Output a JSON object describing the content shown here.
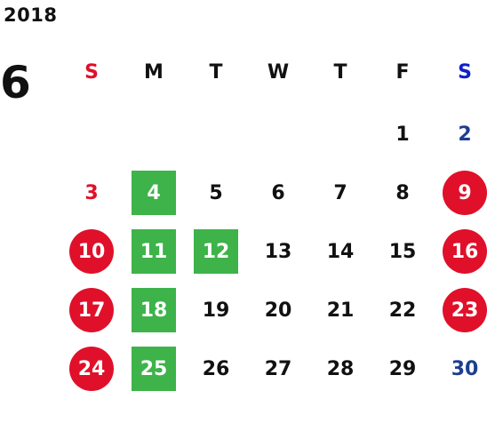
{
  "calendar": {
    "year": "2018",
    "month": "6",
    "weekdays": [
      {
        "label": "S",
        "color": "#e0102a"
      },
      {
        "label": "M",
        "color": "#111111"
      },
      {
        "label": "T",
        "color": "#111111"
      },
      {
        "label": "W",
        "color": "#111111"
      },
      {
        "label": "T",
        "color": "#111111"
      },
      {
        "label": "F",
        "color": "#111111"
      },
      {
        "label": "S",
        "color": "#1020c8"
      }
    ],
    "first_weekday_index": 5,
    "days": [
      {
        "day": "1",
        "mark": "none"
      },
      {
        "day": "2",
        "mark": "none"
      },
      {
        "day": "3",
        "mark": "none"
      },
      {
        "day": "4",
        "mark": "green-square"
      },
      {
        "day": "5",
        "mark": "none"
      },
      {
        "day": "6",
        "mark": "none"
      },
      {
        "day": "7",
        "mark": "none"
      },
      {
        "day": "8",
        "mark": "none"
      },
      {
        "day": "9",
        "mark": "red-circle"
      },
      {
        "day": "10",
        "mark": "red-circle"
      },
      {
        "day": "11",
        "mark": "green-square"
      },
      {
        "day": "12",
        "mark": "green-square"
      },
      {
        "day": "13",
        "mark": "none"
      },
      {
        "day": "14",
        "mark": "none"
      },
      {
        "day": "15",
        "mark": "none"
      },
      {
        "day": "16",
        "mark": "red-circle"
      },
      {
        "day": "17",
        "mark": "red-circle"
      },
      {
        "day": "18",
        "mark": "green-square"
      },
      {
        "day": "19",
        "mark": "none"
      },
      {
        "day": "20",
        "mark": "none"
      },
      {
        "day": "21",
        "mark": "none"
      },
      {
        "day": "22",
        "mark": "none"
      },
      {
        "day": "23",
        "mark": "red-circle"
      },
      {
        "day": "24",
        "mark": "red-circle"
      },
      {
        "day": "25",
        "mark": "green-square"
      },
      {
        "day": "26",
        "mark": "none"
      },
      {
        "day": "27",
        "mark": "none"
      },
      {
        "day": "28",
        "mark": "none"
      },
      {
        "day": "29",
        "mark": "none"
      },
      {
        "day": "30",
        "mark": "none"
      }
    ],
    "colors": {
      "red_mark": "#e0102a",
      "green_mark": "#3db34a",
      "saturday_text": "#1e3f8f",
      "sunday_text": "#e0102a"
    }
  }
}
